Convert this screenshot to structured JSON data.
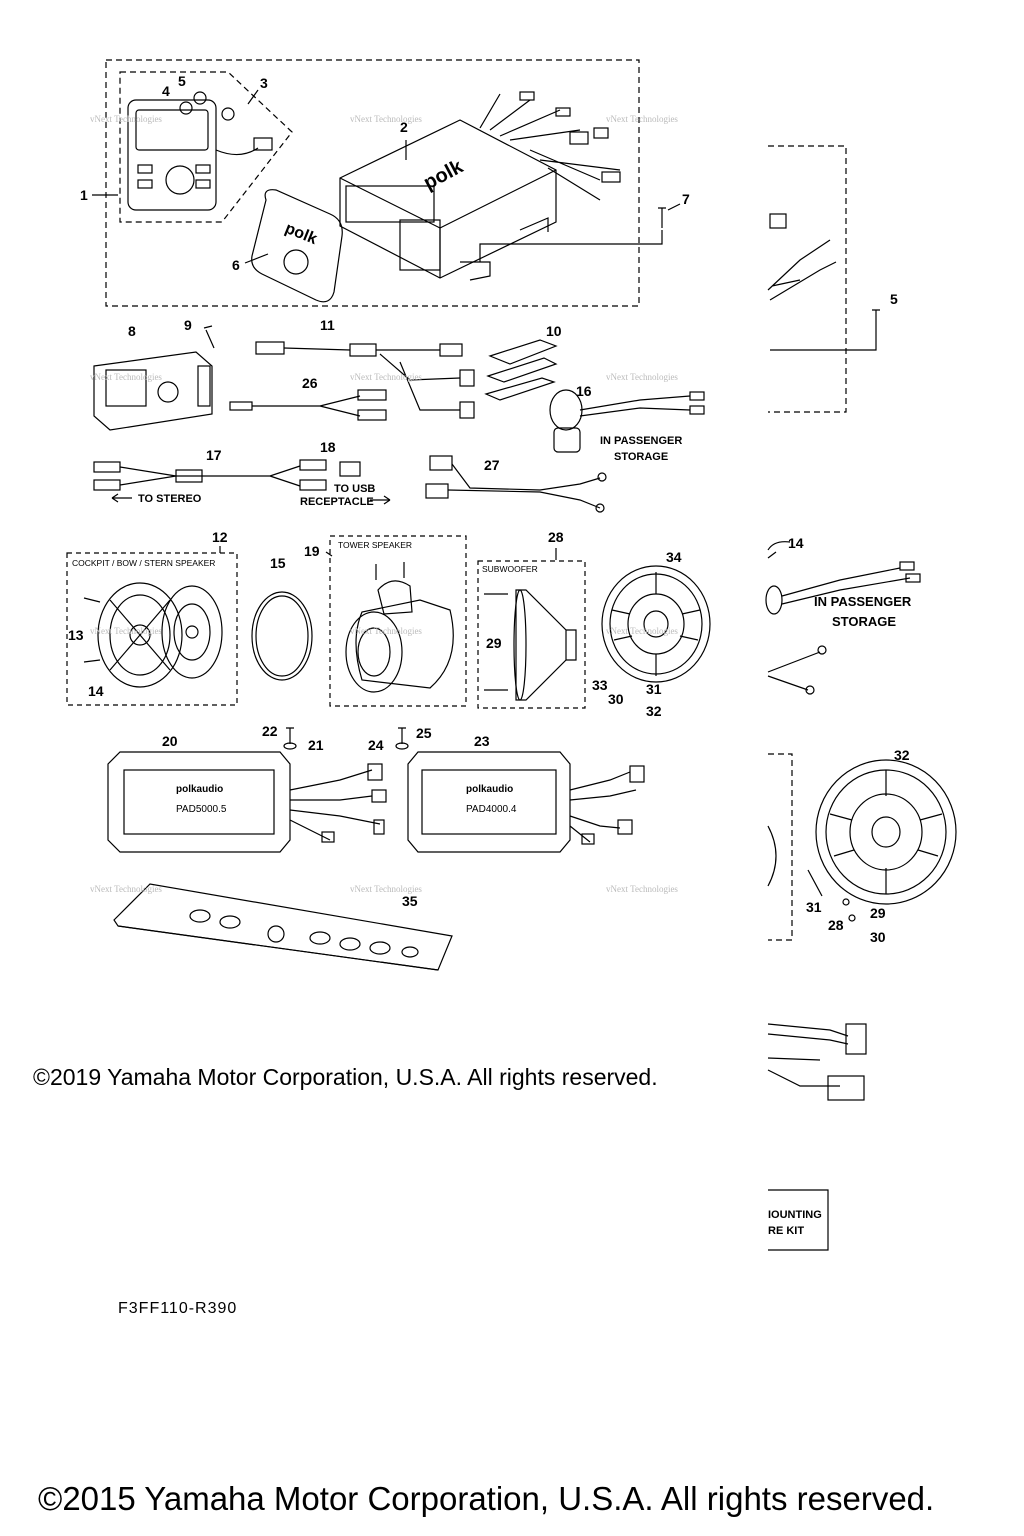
{
  "footer": {
    "copyright_2019": "©2019 Yamaha Motor Corporation, U.S.A. All rights reserved.",
    "figure_code": "F3FF110-R390",
    "copyright_2015": "©2015 Yamaha Motor Corporation, U.S.A. All rights reserved."
  },
  "labels": {
    "in_passenger": "IN PASSENGER",
    "storage": "STORAGE",
    "to_stereo": "TO STEREO",
    "to_usb": "TO USB",
    "receptacle": "RECEPTACLE",
    "cockpit_speaker": "COCKPIT / BOW / STERN SPEAKER",
    "tower_speaker": "TOWER SPEAKER",
    "subwoofer": "SUBWOOFER",
    "in_passenger_right": "IN PASSENGER",
    "storage_right": "STORAGE",
    "mounting_kit_1": "IOUNTING",
    "mounting_kit_2": "RE KIT"
  },
  "brands": {
    "polk": "polk",
    "amp1_brand": "polkaudio",
    "amp1_model": "PAD5000.5",
    "amp2_brand": "polkaudio",
    "amp2_model": "PAD4000.4"
  },
  "watermark": "vNext Technologies",
  "callouts": [
    "1",
    "2",
    "3",
    "4",
    "5",
    "6",
    "7",
    "5",
    "8",
    "9",
    "11",
    "10",
    "26",
    "16",
    "17",
    "18",
    "27",
    "12",
    "15",
    "19",
    "28",
    "34",
    "14",
    "13",
    "29",
    "33",
    "30",
    "31",
    "32",
    "14",
    "20",
    "22",
    "21",
    "24",
    "25",
    "23",
    "32",
    "31",
    "28",
    "29",
    "30",
    "35"
  ]
}
